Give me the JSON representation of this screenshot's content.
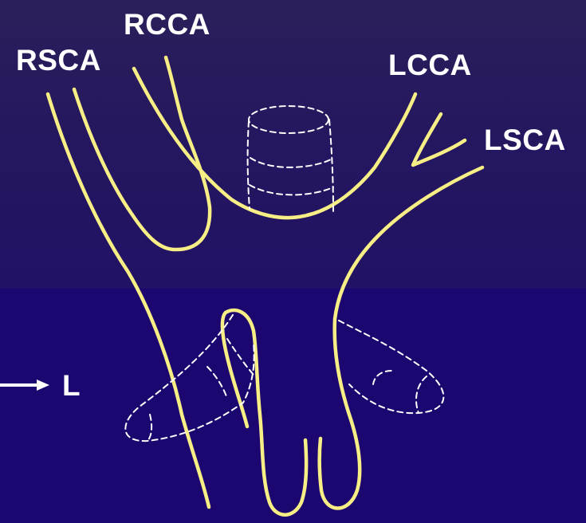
{
  "labels": {
    "rcca": "RCCA",
    "rsca": "RSCA",
    "lcca": "LCCA",
    "lsca": "LSCA",
    "left_marker": "L"
  },
  "colors": {
    "background_top": "#2b1f5a",
    "background_bottom": "#1c0770",
    "vessel_outline": "#f7ef86",
    "dashed_outline": "#ffffff",
    "text": "#ffffff"
  },
  "icons": {
    "orientation_arrow": "right-arrow-icon"
  }
}
